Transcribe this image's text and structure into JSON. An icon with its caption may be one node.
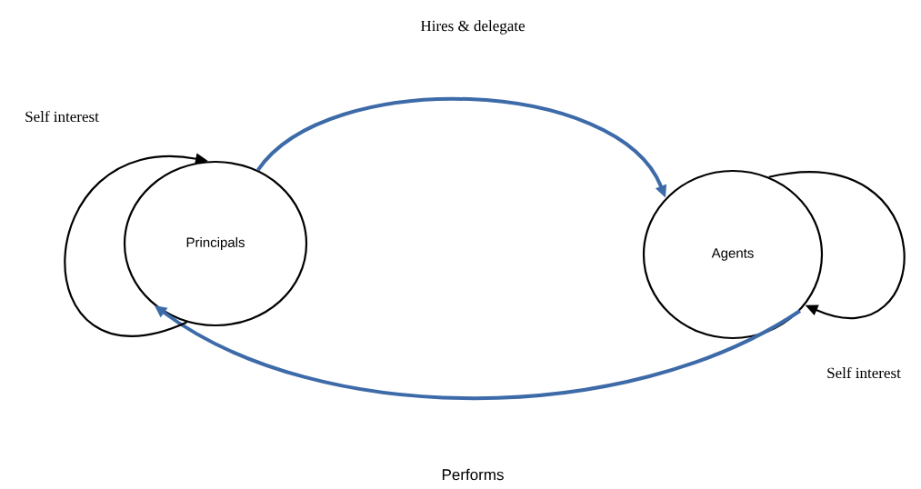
{
  "diagram": {
    "nodes": [
      {
        "text": [
          "Principals"
        ]
      },
      {
        "text": [
          "Agents"
        ]
      }
    ],
    "edges": [
      {
        "from": 0,
        "to": 1,
        "arrow": "to",
        "label": "Hires & delegate",
        "style": "thick",
        "color": "#3d6aa8"
      },
      {
        "from": 1,
        "to": 0,
        "arrow": "to",
        "label": "Performs",
        "style": "thick",
        "color": "#3d6aa8"
      },
      {
        "from": 0,
        "to": 0,
        "arrow": "to",
        "label": "Self interest",
        "color": "#000000"
      },
      {
        "from": 1,
        "to": 1,
        "arrow": "to",
        "label": "Self interest",
        "color": "#000000"
      }
    ]
  }
}
